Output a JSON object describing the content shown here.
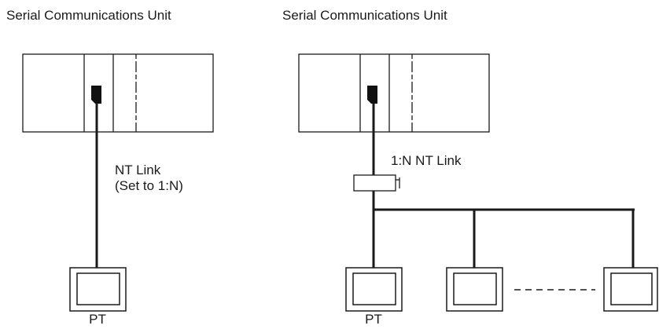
{
  "left_diagram": {
    "unit_title": "Serial Communications Unit",
    "link_label_line1": "NT Link",
    "link_label_line2": "(Set to 1:N)",
    "terminal_label": "PT"
  },
  "right_diagram": {
    "unit_title": "Serial Communications Unit",
    "link_label": "1:N NT Link",
    "terminal_label": "PT"
  },
  "colors": {
    "line": "#1a1a1a",
    "background": "#ffffff"
  }
}
